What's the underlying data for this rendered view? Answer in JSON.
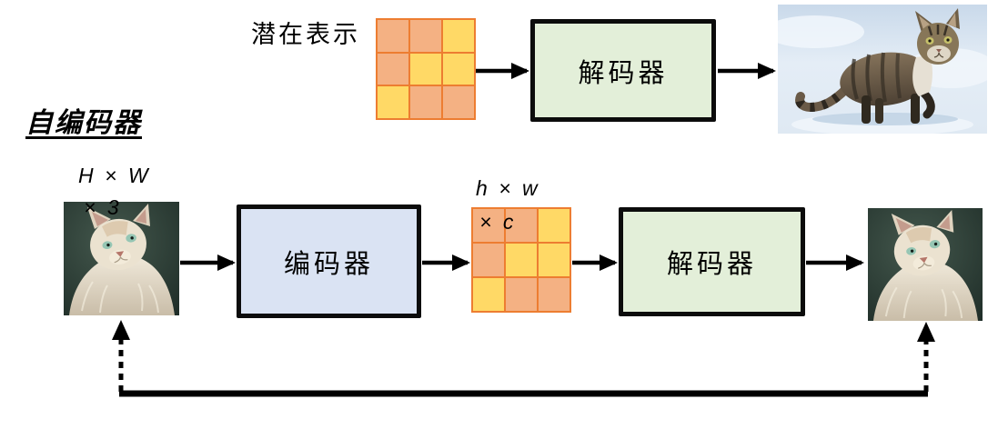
{
  "title": {
    "text": "自编码器"
  },
  "top_row": {
    "latent_label": "潜在表示",
    "decoder_label": "解码器"
  },
  "bottom_row": {
    "input_dims_line1": "H × W",
    "input_dims_line2": "× 3",
    "encoder_label": "编码器",
    "latent_dims_line1": "h × w",
    "latent_dims_line2": "× c",
    "decoder_label": "解码器"
  },
  "latent_grid": {
    "pattern": [
      [
        "orange",
        "orange",
        "yellow"
      ],
      [
        "orange",
        "yellow",
        "yellow"
      ],
      [
        "yellow",
        "orange",
        "orange"
      ]
    ],
    "cell_colors": {
      "orange": "#f4b183",
      "yellow": "#ffd966"
    },
    "border_color": "#ed7d31"
  },
  "style_colors": {
    "decoder_fill": "#e3efd9",
    "encoder_fill": "#dae3f3",
    "box_border": "#0c0c0c",
    "arrow_color": "#000000"
  }
}
